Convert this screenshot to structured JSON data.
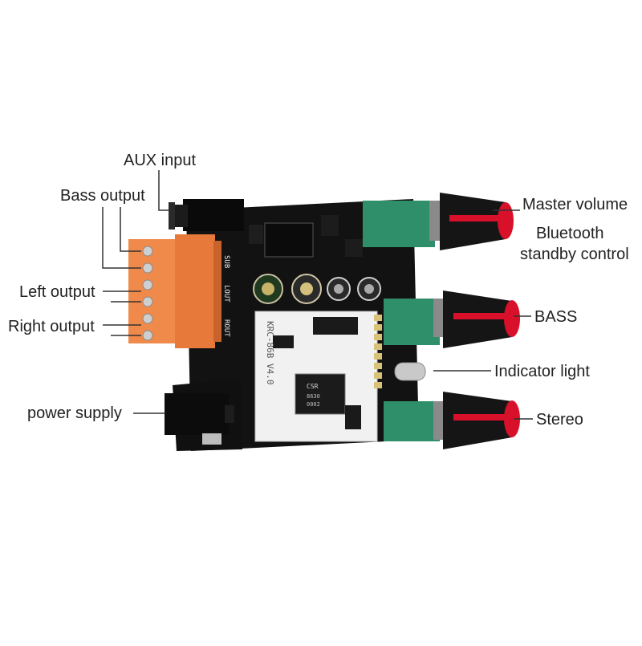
{
  "callouts": {
    "aux_input": "AUX input",
    "bass_output": "Bass output",
    "left_output": "Left output",
    "right_output": "Right output",
    "power_supply": "power supply",
    "master_volume": "Master volume",
    "bluetooth_standby": [
      "Bluetooth",
      "standby control"
    ],
    "bass": "BASS",
    "indicator_light": "Indicator light",
    "stereo": "Stereo"
  },
  "board": {
    "module_label": "KRC-86B V4.0",
    "chip_label": "CSR",
    "chip_sub": [
      "8630",
      "0002"
    ],
    "silkscreen": [
      "SUB",
      "LOUT",
      "ROUT"
    ]
  },
  "colors": {
    "pcb": "#121212",
    "terminal": "#f08a4b",
    "pot": "#2f8f6a",
    "knob_tip": "#d8102a",
    "module": "#f1f1f1"
  }
}
